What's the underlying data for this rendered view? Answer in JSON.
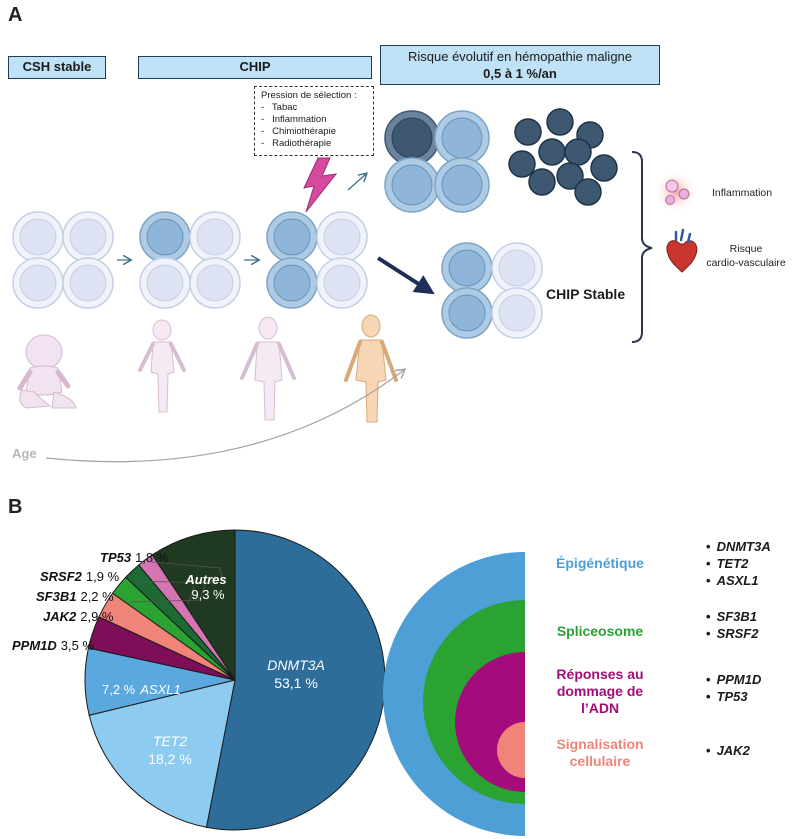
{
  "panel_a": {
    "label": "A",
    "csh_stable": "CSH stable",
    "chip": "CHIP",
    "risk_line1": "Risque évolutif en hémopathie maligne",
    "risk_line2": "0,5 à 1 %/an",
    "pression_title": "Pression de sélection :",
    "pression_items": [
      "Tabac",
      "Inflammation",
      "Chimiothérapie",
      "Radiothérapie"
    ],
    "chip_stable": "CHIP Stable",
    "inflammation": "Inflammation",
    "risque_line1": "Risque",
    "risque_line2": "cardio-vasculaire",
    "age": "Age",
    "colors": {
      "box_fill": "#bfe2f6",
      "cell_pale": "#dde3f2",
      "cell_blue": "#8fb5d9",
      "cell_dark": "#3e5872"
    }
  },
  "panel_b": {
    "label": "B",
    "pie_labels": {
      "tp53": "TP53",
      "tp53_val": "1,8 %",
      "srsf2": "SRSF2",
      "srsf2_val": "1,9 %",
      "sf3b1": "SF3B1",
      "sf3b1_val": "2,2 %",
      "jak2": "JAK2",
      "jak2_val": "2,9 %",
      "ppm1d": "PPM1D",
      "ppm1d_val": "3,5 %",
      "autres": "Autres",
      "autres_val": "9,3 %",
      "dnmt3a": "DNMT3A",
      "dnmt3a_val": "53,1 %",
      "asxl1_val": "7,2 %",
      "asxl1": "ASXL1",
      "tet2": "TET2",
      "tet2_val": "18,2 %"
    },
    "categories": {
      "epigenetique": "Épigénétique",
      "spliceosome": "Spliceosome",
      "reponses_l1": "Réponses au",
      "reponses_l2": "dommage de",
      "reponses_l3": "l’ADN",
      "signal_l1": "Signalisation",
      "signal_l2": "cellulaire"
    },
    "genes": {
      "g1": "DNMT3A",
      "g2": "TET2",
      "g3": "ASXL1",
      "g4": "SF3B1",
      "g5": "SRSF2",
      "g6": "PPM1D",
      "g7": "TP53",
      "g8": "JAK2"
    },
    "colors": {
      "epi": "#4d9fd6",
      "splice": "#2aa333",
      "dna": "#a30c7a",
      "signal": "#f08479"
    }
  },
  "chart_data": {
    "type": "pie",
    "title": "",
    "categories": [
      "DNMT3A",
      "TET2",
      "ASXL1",
      "PPM1D",
      "JAK2",
      "SF3B1",
      "SRSF2",
      "TP53",
      "Autres"
    ],
    "values": [
      53.1,
      18.2,
      7.2,
      3.5,
      2.9,
      2.2,
      1.9,
      1.8,
      9.3
    ],
    "colors": [
      "#2e6d9a",
      "#8ecbf0",
      "#5aa8dd",
      "#7d0e57",
      "#f08479",
      "#2aa333",
      "#1c6b34",
      "#d474b2",
      "#1f3a21"
    ],
    "unit": "%"
  }
}
